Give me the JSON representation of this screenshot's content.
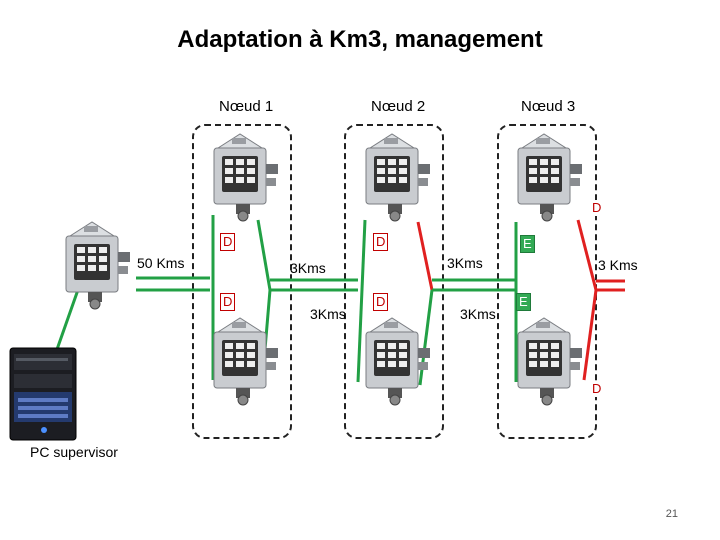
{
  "title": "Adaptation à Km3, management",
  "nodes": [
    {
      "label": "Nœud 1"
    },
    {
      "label": "Nœud 2"
    },
    {
      "label": "Nœud 3"
    }
  ],
  "links": {
    "pc_to_switch": "50 Kms",
    "n1_n2_top": "3Kms",
    "n1_n2_bottom": "3Kms",
    "n2_n3_top": "3Kms",
    "n2_n3_bottom": "3Kms",
    "n3_out": "3 Kms"
  },
  "badges": {
    "d": "D",
    "e": "E"
  },
  "pc_label": "PC supervisor",
  "page_number": "21",
  "colors": {
    "active_link": "#22a045",
    "blocked_link": "#e02020",
    "d_badge": "#c00000",
    "e_badge": "#33aa55"
  }
}
